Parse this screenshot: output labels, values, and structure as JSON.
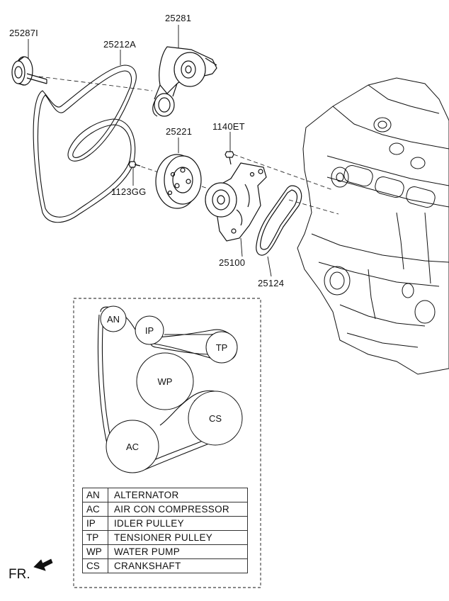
{
  "part_labels": {
    "p25287i": "25287I",
    "p25212a": "25212A",
    "p25281": "25281",
    "p25221": "25221",
    "p1140et": "1140ET",
    "p1123gg": "1123GG",
    "p25100": "25100",
    "p25124": "25124"
  },
  "pulleys": {
    "an": "AN",
    "ip": "IP",
    "tp": "TP",
    "wp": "WP",
    "cs": "CS",
    "ac": "AC"
  },
  "legend": [
    {
      "code": "AN",
      "name": "ALTERNATOR"
    },
    {
      "code": "AC",
      "name": "AIR CON COMPRESSOR"
    },
    {
      "code": "IP",
      "name": "IDLER PULLEY"
    },
    {
      "code": "TP",
      "name": "TENSIONER PULLEY"
    },
    {
      "code": "WP",
      "name": "WATER PUMP"
    },
    {
      "code": "CS",
      "name": "CRANKSHAFT"
    }
  ],
  "front_marker": "FR."
}
